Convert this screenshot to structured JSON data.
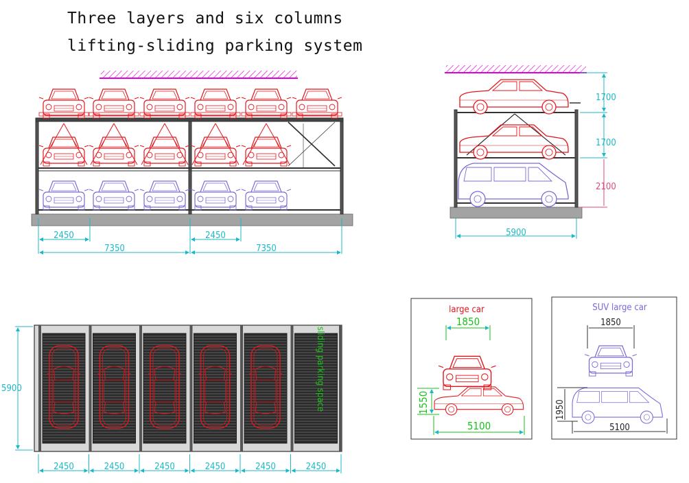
{
  "title": {
    "line1": "Three layers and six columns",
    "line2": "lifting-sliding parking system"
  },
  "colors": {
    "upper_car": "#e4141b",
    "lower_car": "#7a6ad8",
    "structure": "#333333",
    "dimension": "#1bb8c8",
    "magenta": "#e000e0",
    "green": "#19c119",
    "ground": "#9a9a9a"
  },
  "front_view": {
    "dims_top_left": "2450",
    "dims_top_right": "2450",
    "dims_bottom_left": "7350",
    "dims_bottom_right": "7350"
  },
  "side_view": {
    "heights": [
      "1700",
      "1700",
      "2100"
    ],
    "length": "5900"
  },
  "plan_view": {
    "depth": "5900",
    "column_widths": [
      "2450",
      "2450",
      "2450",
      "2450",
      "2450",
      "2450"
    ],
    "sliding_label": "sliding parking space"
  },
  "large_car_box": {
    "title": "large car",
    "width": "1850",
    "height": "1550",
    "length": "5100"
  },
  "suv_box": {
    "title": "SUV large car",
    "width": "1850",
    "height": "1950",
    "length": "5100"
  }
}
